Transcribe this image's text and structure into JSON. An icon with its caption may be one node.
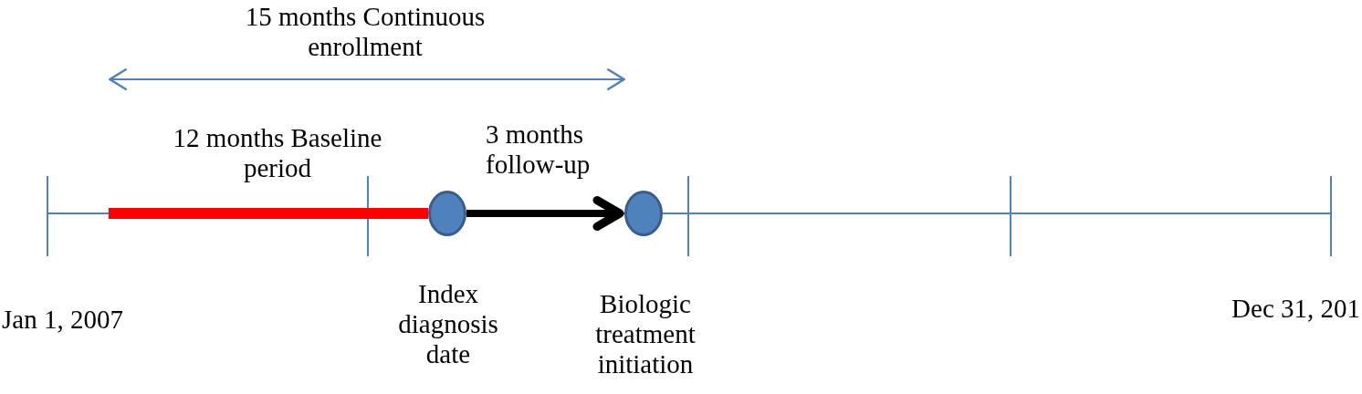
{
  "diagram": {
    "nodes": [
      {
        "text": [],
        "shape": "circle",
        "beside": [
          "Index diagnosis date"
        ]
      },
      {
        "text": [],
        "shape": "circle",
        "beside": [
          "Biologic treatment initiation"
        ]
      }
    ],
    "edges": [
      {
        "from": null,
        "to": 0,
        "arrow": "none",
        "label": "12 months Baseline period",
        "color": "#ff0000"
      },
      {
        "from": 0,
        "to": 1,
        "arrow": "to",
        "label": "3 months follow-up",
        "color": "#000000"
      }
    ],
    "labels": [
      "15 months Continuous enrollment",
      "Jan 1, 2007",
      "Dec 31, 201"
    ]
  }
}
